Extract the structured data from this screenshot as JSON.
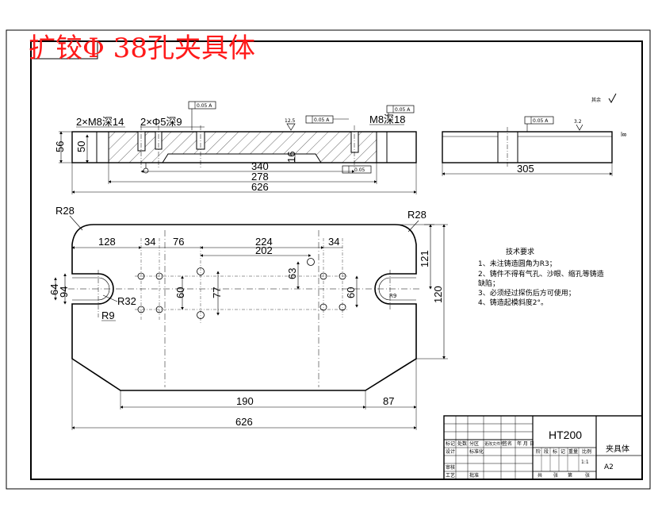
{
  "title": "扩铰Φ 38孔夹具体",
  "roughness_mark": "其余",
  "top_view": {
    "labels": [
      "2×M8深14",
      "2×Φ5深9",
      "M8深18"
    ],
    "dims": {
      "height_56": "56",
      "height_50": "50",
      "len_340": "340",
      "len_278": "278",
      "len_626": "626",
      "depth_16": "16"
    },
    "tolerances": [
      "0.05 A",
      "0.05 A",
      "0.05 A",
      "0.05"
    ],
    "roughness": "12.5"
  },
  "side_view": {
    "dims": {
      "len_305": "305",
      "h_8": "8"
    },
    "tolerance": "0.05 A",
    "roughness": "3.2"
  },
  "plan_view": {
    "dims": {
      "r28_left": "R28",
      "r28_right": "R28",
      "d128": "128",
      "d34a": "34",
      "d76": "76",
      "d224": "224",
      "d202": "202",
      "d34b": "34",
      "d63": "63",
      "d60a": "60",
      "d77": "77",
      "d60b": "60",
      "d121": "121",
      "d120": "120",
      "d64": "64",
      "d94": "94",
      "r32": "R32",
      "r9": "R9",
      "r9b": "R9",
      "d190": "190",
      "d87": "87",
      "d626": "626"
    }
  },
  "tech_requirements": {
    "heading": "技术要求",
    "items": [
      "1、未注铸造圆角为R3；",
      "2、铸件不得有气孔、沙眼、缩孔等铸造",
      "缺陷；",
      "3、必须经过探伤后方可使用；",
      "4、铸造起模斜度2°。"
    ]
  },
  "title_block": {
    "material": "HT200",
    "drawing_name": "夹具体",
    "scale": "1:1",
    "sheet": "A2",
    "row_labels": [
      "标记",
      "处数",
      "分区",
      "更改文件号",
      "签名",
      "年 月 日"
    ],
    "col_labels": [
      "设计",
      "标准化",
      "审核",
      "工艺",
      "批准"
    ],
    "stage_labels": [
      "阶",
      "段",
      "标",
      "记",
      "重量",
      "比例"
    ],
    "bottom_labels": [
      "共",
      "张",
      "第",
      "张"
    ]
  }
}
